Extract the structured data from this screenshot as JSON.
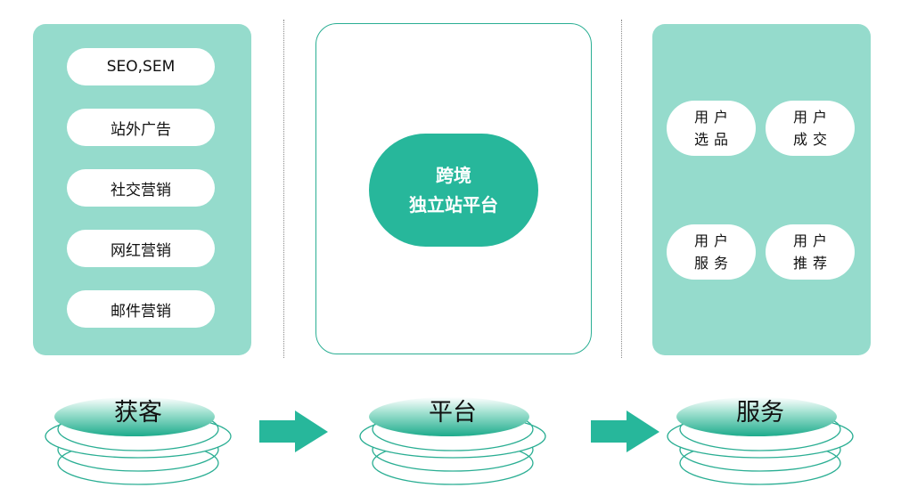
{
  "acquisition": {
    "channels": [
      "SEO,SEM",
      "站外广告",
      "社交营销",
      "网红营销",
      "邮件营销"
    ]
  },
  "platform": {
    "line1": "跨境",
    "line2": "独立站平台"
  },
  "services": [
    {
      "line1": "用户",
      "line2": "选品"
    },
    {
      "line1": "用户",
      "line2": "成交"
    },
    {
      "line1": "用户",
      "line2": "服务"
    },
    {
      "line1": "用户",
      "line2": "推荐"
    }
  ],
  "stages": {
    "left": "获客",
    "center": "平台",
    "right": "服务"
  },
  "colors": {
    "accent": "#27b79b",
    "panel": "#95dbcc",
    "outline": "#2aae93"
  }
}
